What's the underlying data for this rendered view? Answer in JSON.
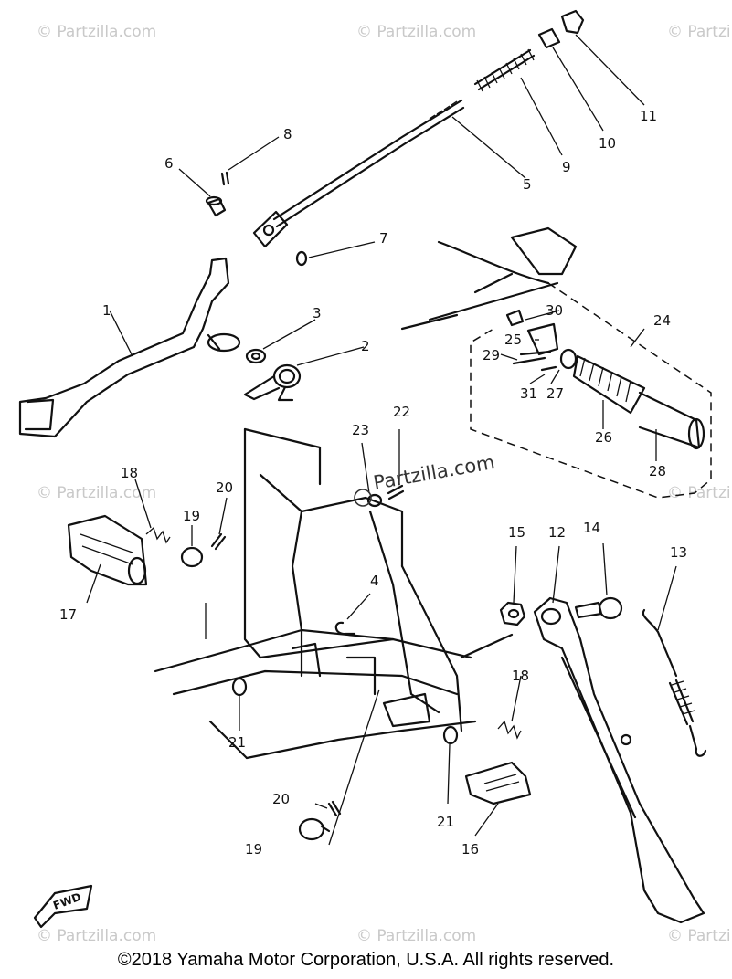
{
  "watermark": "© Partzilla.com",
  "watermark_main": "Partzilla.com",
  "fwd_label": "FWD",
  "copyright": "©2018 Yamaha Motor Corporation, U.S.A. All rights reserved.",
  "callouts": {
    "c1": "1",
    "c2": "2",
    "c3": "3",
    "c4": "4",
    "c5": "5",
    "c6": "6",
    "c7": "7",
    "c8": "8",
    "c9": "9",
    "c10": "10",
    "c11": "11",
    "c12": "12",
    "c13": "13",
    "c14": "14",
    "c15": "15",
    "c16": "16",
    "c17": "17",
    "c18a": "18",
    "c18b": "18",
    "c19a": "19",
    "c19b": "19",
    "c20a": "20",
    "c20b": "20",
    "c21a": "21",
    "c21b": "21",
    "c22": "22",
    "c23": "23",
    "c24": "24",
    "c25": "25",
    "c26": "26",
    "c27": "27",
    "c28": "28",
    "c29": "29",
    "c30": "30",
    "c31": "31"
  }
}
